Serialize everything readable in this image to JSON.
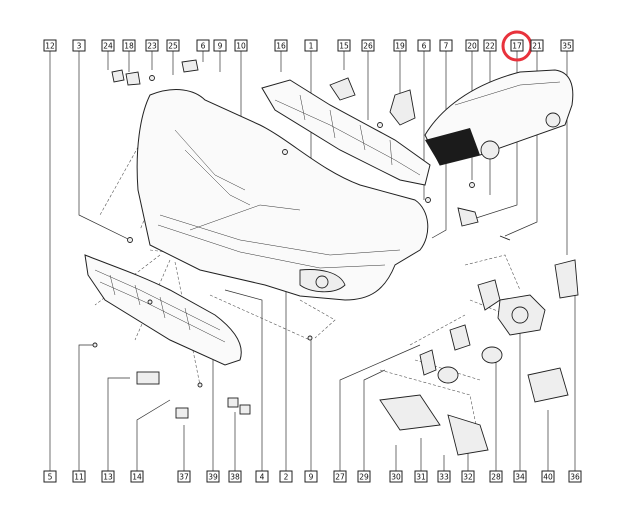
{
  "diagram": {
    "top_labels": [
      "12",
      "3",
      "24",
      "18",
      "23",
      "25",
      "6",
      "9",
      "10",
      "16",
      "1",
      "15",
      "26",
      "19",
      "6",
      "7",
      "20",
      "22",
      "17",
      "21",
      "35"
    ],
    "bottom_labels": [
      "5",
      "11",
      "13",
      "14",
      "37",
      "39",
      "38",
      "4",
      "2",
      "9",
      "27",
      "29",
      "30",
      "31",
      "33",
      "32",
      "28",
      "34",
      "40",
      "36"
    ],
    "highlighted_label": "17",
    "highlight_color": "#e8323c"
  }
}
